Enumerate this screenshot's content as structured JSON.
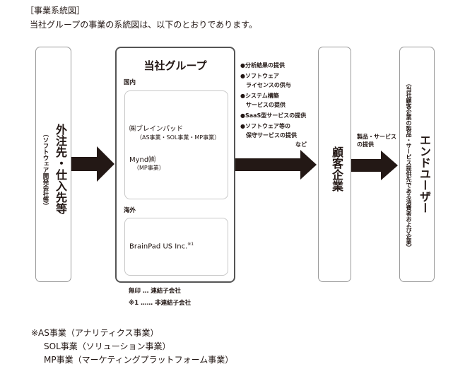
{
  "header": {
    "title": "［事業系統図］",
    "intro": "当社グループの事業の系統図は、以下のとおりであります。"
  },
  "suppliers": {
    "title": "外注先・仕入先等",
    "sub": "（ソフトウェア開発会社等）"
  },
  "group": {
    "title": "当社グループ",
    "domestic_label": "国内",
    "companies_domestic": [
      {
        "name": "㈱ブレインパッド",
        "segments": "（AS事業・SOL事業・MP事業）"
      },
      {
        "name": "Mynd㈱",
        "segments": "（MP事業）"
      }
    ],
    "overseas_label": "海外",
    "company_overseas": "BrainPad US Inc.",
    "overseas_mark": "※1",
    "legend": [
      "無印 … 連結子会社",
      "※1 …… 非連結子会社"
    ]
  },
  "services": [
    "●分析結果の提供",
    "●ソフトウェア",
    "　ライセンスの供与",
    "●システム構築",
    "　サービスの提供",
    "●SaaS型サービスの提供",
    "●ソフトウェア等の",
    "　保守サービスの提供"
  ],
  "services_etc": "など",
  "customers": {
    "title": "顧客企業"
  },
  "products_label": [
    "製品・サービス",
    "の提供"
  ],
  "end_users": {
    "title": "エンドユーザー",
    "sub": "（当社顧客企業の製品・サービス提供先である消費者および企業）"
  },
  "notes": [
    "※AS事業（アナリティクス事業）",
    "SOL事業（ソリューション事業）",
    "MP事業（マーケティングプラットフォーム事業）"
  ],
  "colors": {
    "arrow": "#231815",
    "box_border": "#9a9a9a"
  }
}
